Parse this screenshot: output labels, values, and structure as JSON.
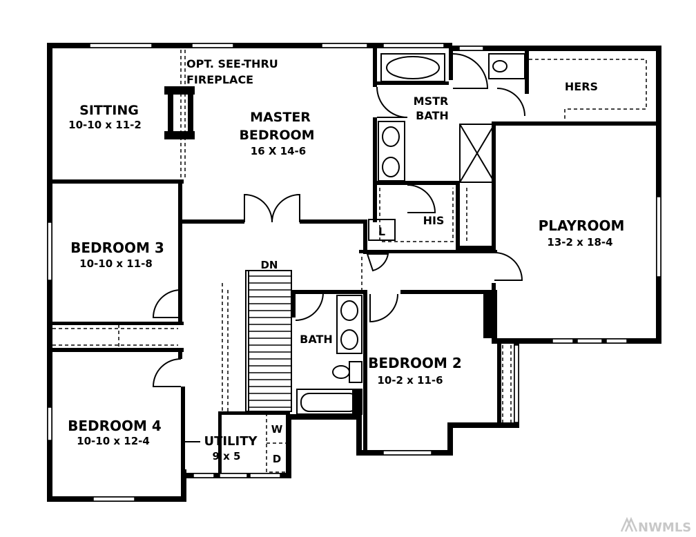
{
  "rooms": {
    "sitting": {
      "name": "SITTING",
      "dims": "10-10 x 11-2"
    },
    "master_bedroom": {
      "name_line1": "MASTER",
      "name_line2": "BEDROOM",
      "dims": "16 X 14-6"
    },
    "fireplace": {
      "line1": "OPT. SEE-THRU",
      "line2": "FIREPLACE"
    },
    "mstr_bath": {
      "line1": "MSTR",
      "line2": "BATH"
    },
    "hers": {
      "name": "HERS"
    },
    "his": {
      "name": "HIS"
    },
    "linen": {
      "name": "L"
    },
    "playroom": {
      "name": "PLAYROOM",
      "dims": "13-2 x 18-4"
    },
    "bedroom3": {
      "name": "BEDROOM 3",
      "dims": "10-10 x 11-8"
    },
    "stairs": {
      "name": "DN"
    },
    "bath": {
      "name": "BATH"
    },
    "bedroom2": {
      "name": "BEDROOM 2",
      "dims": "10-2 x 11-6"
    },
    "bedroom4": {
      "name": "BEDROOM 4",
      "dims": "10-10 x 12-4"
    },
    "utility": {
      "name": "UTILITY",
      "dims": "9 x 5"
    },
    "washer": {
      "name": "W"
    },
    "dryer": {
      "name": "D"
    }
  },
  "watermark": {
    "text": "NWMLS"
  }
}
